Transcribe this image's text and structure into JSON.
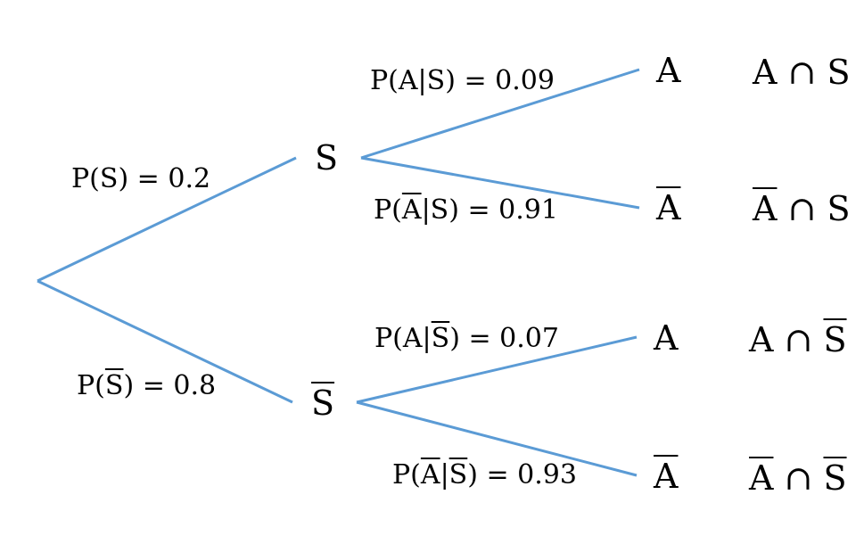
{
  "tree": {
    "line_color": "#5b9bd5",
    "level1": {
      "nodes": {
        "s": "S",
        "not_s": {
          "letter": "S",
          "bar": true
        }
      },
      "branches": {
        "s": "P(S) = 0.2",
        "not_s": {
          "prefix": "P(",
          "letter": "S",
          "suffix": ") = 0.8"
        }
      }
    },
    "level2": {
      "outcomes": {
        "a_given_s": "A",
        "nota_given_s": "A",
        "a_given_nots": "A",
        "nota_given_nots": "A"
      },
      "branches": {
        "a_given_s": "P(A|S) = 0.09",
        "nota_given_s": {
          "p1": "P(",
          "letter": "A",
          "p2": "|S) = 0.91"
        },
        "a_given_nots": {
          "p1": "P(A|",
          "letter": "S",
          "p2": ") = 0.07"
        },
        "nota_given_nots": {
          "p1": "P(",
          "a": "A",
          "mid": "|",
          "s": "S",
          "p2": ") = 0.93"
        }
      }
    },
    "intersections": {
      "row1": {
        "a": "A",
        "op": "∩",
        "s": "S"
      },
      "row2": {
        "a": "A",
        "op": "∩",
        "s": "S"
      },
      "row3": {
        "a": "A",
        "op": "∩",
        "s": "S"
      },
      "row4": {
        "a": "A",
        "op": "∩",
        "s": "S"
      }
    }
  }
}
